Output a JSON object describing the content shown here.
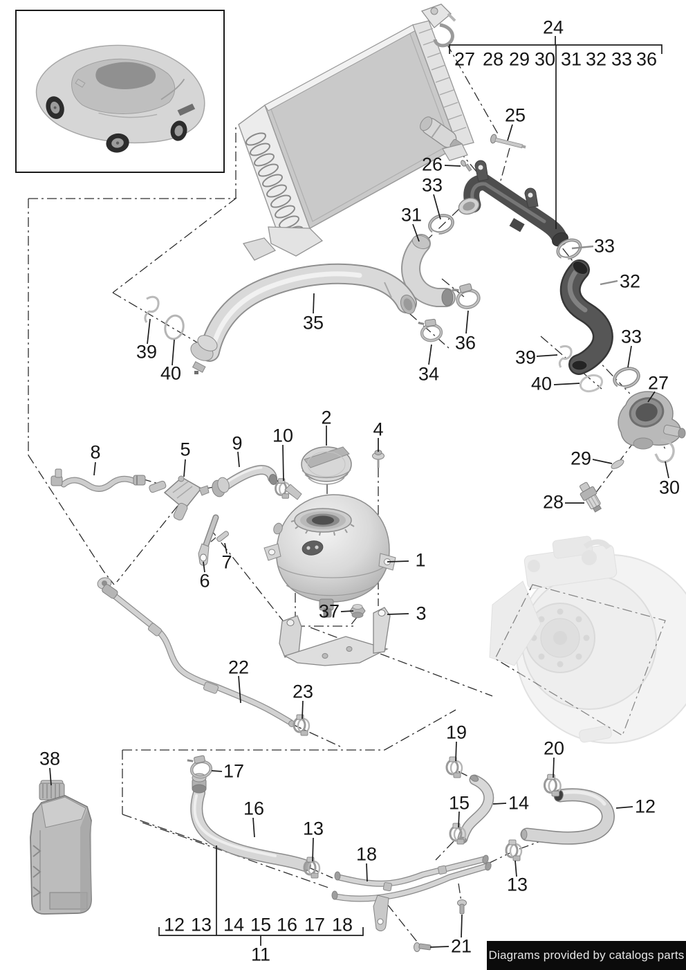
{
  "footer": {
    "text": "Diagrams provided by catalogs parts"
  },
  "groups": {
    "g24": {
      "label": "24",
      "members": [
        "27",
        "28",
        "29",
        "30",
        "31",
        "32",
        "33",
        "36"
      ]
    },
    "g11": {
      "label": "11",
      "members": [
        "12",
        "13",
        "14",
        "15",
        "16",
        "17",
        "18"
      ]
    }
  },
  "callouts": {
    "n25": "25",
    "n26": "26",
    "n33a": "33",
    "n31": "31",
    "n33b": "33",
    "n32": "32",
    "n35": "35",
    "n39a": "39",
    "n40a": "40",
    "n34": "34",
    "n36": "36",
    "n39b": "39",
    "n40b": "40",
    "n33c": "33",
    "n27": "27",
    "n29": "29",
    "n30": "30",
    "n28": "28",
    "n8": "8",
    "n5": "5",
    "n9": "9",
    "n10": "10",
    "n2": "2",
    "n4": "4",
    "n6": "6",
    "n7": "7",
    "n1": "1",
    "n37": "37",
    "n3": "3",
    "n22": "22",
    "n23": "23",
    "n38": "38",
    "n17": "17",
    "n16": "16",
    "n13a": "13",
    "n18": "18",
    "n19": "19",
    "n20": "20",
    "n15": "15",
    "n14": "14",
    "n12": "12",
    "n13b": "13",
    "n21": "21"
  }
}
